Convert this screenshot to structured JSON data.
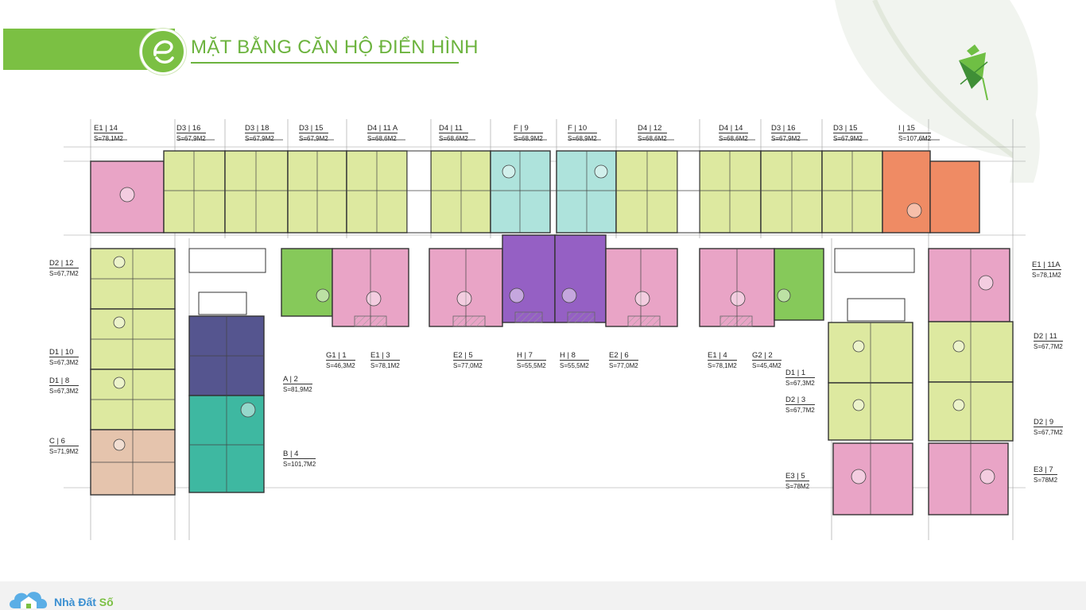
{
  "header": {
    "title": "MẶT BẰNG CĂN HỘ ĐIỂN HÌNH"
  },
  "brand": {
    "name_part1": "Nhà Đất",
    "name_part2": "Số"
  },
  "colors": {
    "accent_green": "#7bc043",
    "unit_pink": "#e9a4c6",
    "unit_yellow": "#dde9a0",
    "unit_cyan": "#aee3dc",
    "unit_purple": "#9560c4",
    "unit_orange": "#ef8b64",
    "unit_navy": "#55558f",
    "unit_teal": "#3eb8a1",
    "unit_tan": "#e5c4ad",
    "unit_green": "#86c95a"
  },
  "units": [
    {
      "code": "E1 | 14",
      "area": "S=78,1M2"
    },
    {
      "code": "D3 | 16",
      "area": "S=67,9M2"
    },
    {
      "code": "D3 | 18",
      "area": "S=67,9M2"
    },
    {
      "code": "D3 | 15",
      "area": "S=67,9M2"
    },
    {
      "code": "D4 | 11 A",
      "area": "S=68,6M2"
    },
    {
      "code": "D4 | 11",
      "area": "S=68,6M2"
    },
    {
      "code": "F | 9",
      "area": "S=68,9M2"
    },
    {
      "code": "F | 10",
      "area": "S=68,9M2"
    },
    {
      "code": "D4 | 12",
      "area": "S=68,6M2"
    },
    {
      "code": "D4 | 14",
      "area": "S=68,6M2"
    },
    {
      "code": "D3 | 16",
      "area": "S=67,9M2"
    },
    {
      "code": "D3 | 15",
      "area": "S=67,9M2"
    },
    {
      "code": "I | 15",
      "area": "S=107,6M2"
    },
    {
      "code": "D2 | 12",
      "area": "S=67,7M2"
    },
    {
      "code": "D1 | 10",
      "area": "S=67,3M2"
    },
    {
      "code": "D1 | 8",
      "area": "S=67,3M2"
    },
    {
      "code": "C | 6",
      "area": "S=71,9M2"
    },
    {
      "code": "A | 2",
      "area": "S=81,9M2"
    },
    {
      "code": "B | 4",
      "area": "S=101,7M2"
    },
    {
      "code": "G1 | 1",
      "area": "S=46,3M2"
    },
    {
      "code": "E1 | 3",
      "area": "S=78,1M2"
    },
    {
      "code": "E2 | 5",
      "area": "S=77,0M2"
    },
    {
      "code": "H | 7",
      "area": "S=55,5M2"
    },
    {
      "code": "H | 8",
      "area": "S=55,5M2"
    },
    {
      "code": "E2 | 6",
      "area": "S=77,0M2"
    },
    {
      "code": "E1 | 4",
      "area": "S=78,1M2"
    },
    {
      "code": "G2 | 2",
      "area": "S=45,4M2"
    },
    {
      "code": "E1 | 11A",
      "area": "S=78,1M2"
    },
    {
      "code": "D1 | 1",
      "area": "S=67,3M2"
    },
    {
      "code": "D2 | 3",
      "area": "S=67,7M2"
    },
    {
      "code": "D2 | 11",
      "area": "S=67,7M2"
    },
    {
      "code": "D2 | 9",
      "area": "S=67,7M2"
    },
    {
      "code": "E3 | 5",
      "area": "S=78M2"
    },
    {
      "code": "E3 | 7",
      "area": "S=78M2"
    }
  ]
}
